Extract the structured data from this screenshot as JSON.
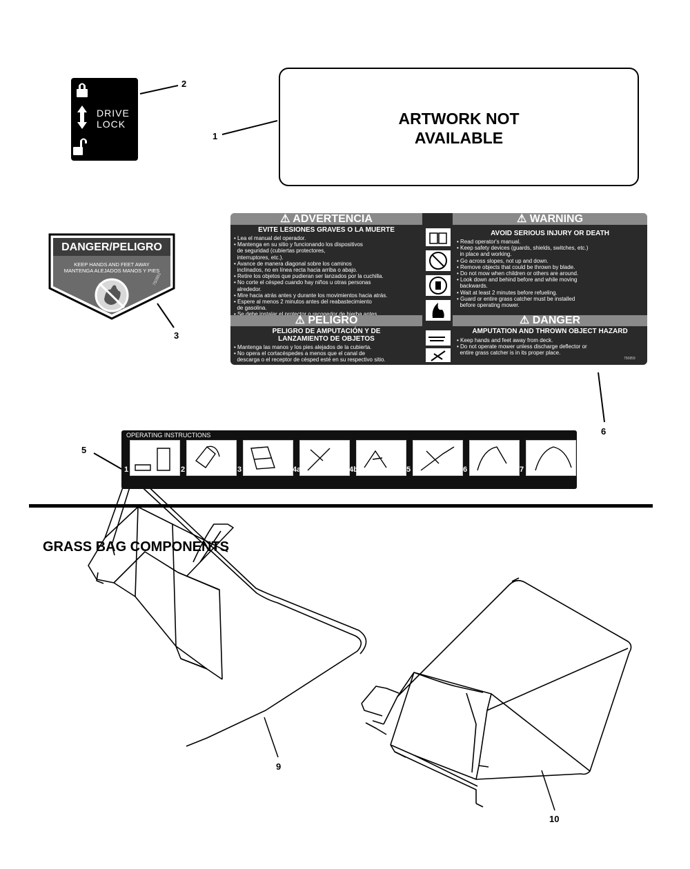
{
  "callouts": {
    "c1": "1",
    "c2": "2",
    "c3": "3",
    "c5": "5",
    "c6": "6",
    "c9": "9",
    "c10": "10"
  },
  "drive_decal": {
    "line1": "DRIVE",
    "line2": "LOCK"
  },
  "artwork": {
    "line1": "ARTWORK NOT",
    "line2": "AVAILABLE"
  },
  "danger_decal": {
    "title": "DANGER/PELIGRO",
    "line1": "KEEP HANDS AND FEET AWAY",
    "line2": "MANTENGA ALEJADOS MANOS Y PIES",
    "code": "750861"
  },
  "warning_decal": {
    "adv_header": "⚠ ADVERTENCIA",
    "warn_header": "⚠ WARNING",
    "adv_sub": "EVITE LESIONES GRAVES O LA MUERTE",
    "warn_sub": "AVOID SERIOUS INJURY OR DEATH",
    "adv_bullets": "• Lea el manual del operador.\n• Mantenga en su sitio y funcionando los dispositivos\n  de seguridad (cubiertas protectores,\n  interruptores, etc.).\n• Avance de manera diagonal sobre los caminos\n  inclinados, no en línea recta hacia arriba o abajo.\n• Retire los objetos que pudieran ser lanzados por la cuchilla.\n• No corte el césped cuando hay niños u otras personas\n  alrededor.\n• Mire hacia atrás antes y durante los movimientos hacia atrás.\n• Espere al menos 2 minutos antes del reabastecimiento\n  de gasolina.\n• Se debe instalar el protector o recogedor de hierba antes\n  de poner en funcionamiento el cortacésped.",
    "warn_bullets": "• Read operator's manual.\n• Keep safety devices (guards, shields, switches, etc.)\n  in place and working.\n• Go across slopes, not up and down.\n• Remove objects that could be thrown by blade.\n• Do not mow when children or others are around.\n• Look down and behind before and while moving\n  backwards.\n• Wait at least 2 minutes before refueling.\n• Guard or entire grass catcher must be installed\n  before operating mower.",
    "pel_header": "⚠ PELIGRO",
    "dang_header": "⚠ DANGER",
    "pel_sub": "PELIGRO DE AMPUTACIÓN Y DE\nLANZAMIENTO DE OBJETOS",
    "dang_sub": "AMPUTATION AND THROWN OBJECT HAZARD",
    "pel_bullets": "• Mantenga las manos y los pies alejados de la cubierta.\n• No opera el cortacéspedes a menos que el canal de\n  descarga o el receptor de césped esté en su respectivo sitio.",
    "dang_bullets": "• Keep hands and feet away from deck.\n• Do not operate mower unless discharge deflector or\n  entire grass catcher is in its proper place.",
    "code": "750859"
  },
  "operating_decal": {
    "title": "OPERATING INSTRUCTIONS",
    "steps": [
      "1",
      "2",
      "3",
      "4a",
      "4b",
      "5",
      "6",
      "7"
    ]
  },
  "section_title": "GRASS BAG COMPONENTS"
}
